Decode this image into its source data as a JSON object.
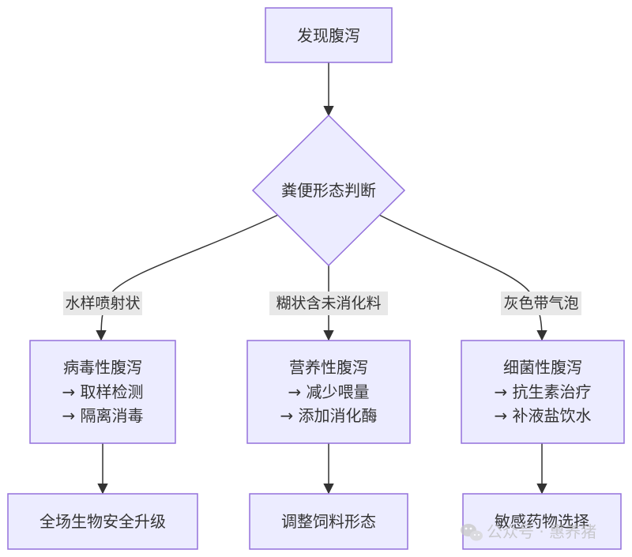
{
  "colors": {
    "node_fill": "#ECECFF",
    "node_stroke": "#9370DB",
    "edge": "#333333",
    "label_bg": "#E8E8E8",
    "watermark": "#bdbdbd"
  },
  "nodes": {
    "start": {
      "lines": [
        "发现腹泻"
      ]
    },
    "decision": {
      "lines": [
        "粪便形态判断"
      ]
    },
    "viral": {
      "lines": [
        "病毒性腹泻",
        "→ 取样检测",
        "→ 隔离消毒"
      ]
    },
    "nutritional": {
      "lines": [
        "营养性腹泻",
        "→ 减少喂量",
        "→ 添加消化酶"
      ]
    },
    "bacterial": {
      "lines": [
        "细菌性腹泻",
        "→ 抗生素治疗",
        "→ 补液盐饮水"
      ]
    },
    "biosecurity": {
      "lines": [
        "全场生物安全升级"
      ]
    },
    "feed": {
      "lines": [
        "调整饲料形态"
      ]
    },
    "drug": {
      "lines": [
        "敏感药物选择"
      ]
    }
  },
  "edge_labels": {
    "watery": "水样喷射状",
    "pasty": "糊状含未消化料",
    "gray": "灰色带气泡"
  },
  "watermark": {
    "icon": "wechat-icon",
    "text": "公众号 · 惠养猪"
  }
}
